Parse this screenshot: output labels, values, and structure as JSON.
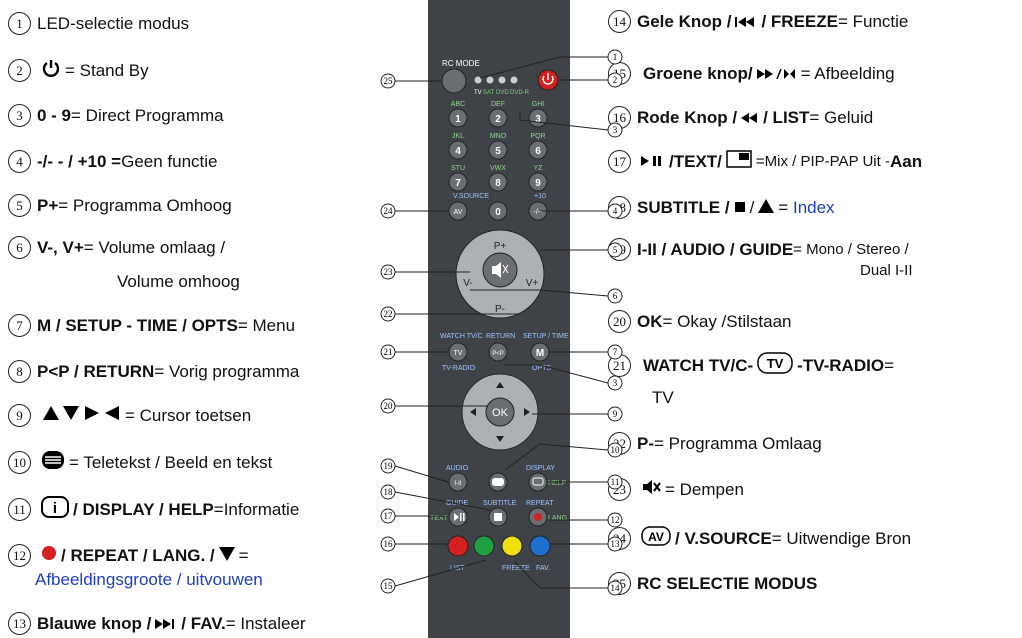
{
  "left": [
    {
      "n": "1",
      "bold": "",
      "text": "LED-selectie modus"
    },
    {
      "n": "2",
      "bold": "",
      "text": "= Stand By"
    },
    {
      "n": "3",
      "bold": "0 - 9",
      "text": " = Direct Programma"
    },
    {
      "n": "4",
      "bold": "-/- - / +10 = ",
      "text": "Geen functie"
    },
    {
      "n": "5",
      "bold": "P+",
      "text": " = Programma Omhoog"
    },
    {
      "n": "6",
      "bold": "V-, V+",
      "text": " = Volume omlaag /",
      "text2": "Volume omhoog"
    },
    {
      "n": "7",
      "bold": "M / SETUP - TIME / OPTS",
      "text": " = Menu"
    },
    {
      "n": "8",
      "bold": "P<P / RETURN",
      "text": " = Vorig programma"
    },
    {
      "n": "9",
      "bold": "",
      "text": "= Cursor toetsen"
    },
    {
      "n": "10",
      "bold": "",
      "text": "= Teletekst / Beeld en tekst"
    },
    {
      "n": "11",
      "bold": "/ DISPLAY / HELP",
      "text": " =Informatie"
    },
    {
      "n": "12",
      "bold": "/ REPEAT / LANG. /",
      "text": " =",
      "text2": "Afbeeldingsgroote / uitvouwen"
    },
    {
      "n": "13",
      "bold": "Blauwe knop /",
      "bold2": "/ FAV.",
      "text": " = Instaleer"
    }
  ],
  "right": [
    {
      "n": "14",
      "bold": "Gele Knop /",
      "bold2": "/ FREEZE",
      "text": " = Functie"
    },
    {
      "n": "15",
      "bold": "Groene knop/",
      "text": " = Afbeelding"
    },
    {
      "n": "16",
      "bold": "Rode Knop /",
      "bold2": "/ LIST",
      "text": "= Geluid"
    },
    {
      "n": "17",
      "bold": "/TEXT/",
      "text": "=Mix / PIP-PAP Uit -",
      "bold3": "Aan"
    },
    {
      "n": "18",
      "bold": "SUBTITLE /",
      "text": "=",
      "text_blue": "Index"
    },
    {
      "n": "19",
      "bold": "I-II / AUDIO / GUIDE",
      "text": " = Mono / Stereo /",
      "text2": "Dual I-II"
    },
    {
      "n": "20",
      "bold": "OK",
      "text": " = Okay /Stilstaan"
    },
    {
      "n": "21",
      "bold": "WATCH TV/C-",
      "bold2": "-TV-RADIO",
      "text": " =",
      "text2": "TV"
    },
    {
      "n": "22",
      "bold": "P-",
      "text": " = Programma Omlaag"
    },
    {
      "n": "23",
      "bold": "",
      "text": "= Dempen"
    },
    {
      "n": "24",
      "bold": "/ V.SOURCE",
      "text": " = Uitwendige Bron"
    },
    {
      "n": "25",
      "bold": "RC SELECTIE MODUS",
      "text": ""
    }
  ],
  "remote": {
    "rc_mode": "RC MODE",
    "leds": [
      "TV",
      "SAT",
      "DVD",
      "DVD-R"
    ],
    "keys": [
      "1",
      "2",
      "3",
      "4",
      "5",
      "6",
      "7",
      "8",
      "9",
      "0",
      "-/--"
    ],
    "key_sub": [
      "ABC",
      "DEF",
      "GHI",
      "JKL",
      "MNO",
      "PQR",
      "STU",
      "VWX",
      "YZ"
    ],
    "plus10": "+10",
    "vsource": "V.SOURCE",
    "av": "AV",
    "p_plus": "P+",
    "p_minus": "P-",
    "v_minus": "V-",
    "v_plus": "V+",
    "watch": "WATCH TV/C",
    "return": "RETURN",
    "setup": "SETUP / TIME",
    "tvradio": "TV-RADIO",
    "opts": "OPTS",
    "tv": "TV",
    "pcp": "P<P",
    "m": "M",
    "ok": "OK",
    "audio": "AUDIO",
    "display": "DISPLAY",
    "help": "HELP",
    "i_ii": "I-II",
    "guide": "GUIDE",
    "subtitle": "SUBTITLE",
    "repeat": "REPEAT",
    "text": "TEXT",
    "lang": "LANG.",
    "list": "LIST",
    "freeze": "FREEZE",
    "fav": "FAV."
  },
  "colors": {
    "red": "#d42020",
    "green": "#20a040",
    "yellow": "#f0e010",
    "blue": "#2070d0",
    "body": "#3f4347",
    "led_text": "#2fa65a"
  }
}
